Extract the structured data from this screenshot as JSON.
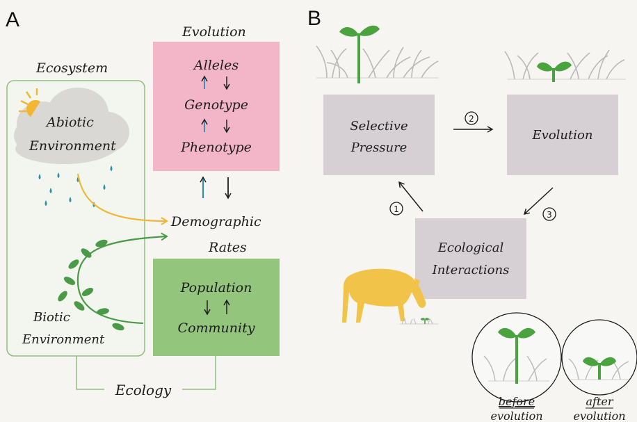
{
  "panel_a": {
    "letter": "A",
    "ecosystem_title": "Ecosystem",
    "abiotic_label_line1": "Abiotic",
    "abiotic_label_line2": "Environment",
    "biotic_label_line1": "Biotic",
    "biotic_label_line2": "Environment",
    "evolution_title": "Evolution",
    "evolution_box": [
      "Alleles",
      "Genotype",
      "Phenotype"
    ],
    "demographic_line1": "Demographic",
    "demographic_line2": "Rates",
    "ecology_box": [
      "Population",
      "Community"
    ],
    "ecology_label": "Ecology",
    "colors": {
      "evolution_box": "#f2b6c8",
      "ecology_box": "#93c57d",
      "cloud": "#d9d8d4",
      "sun": "#f2b632",
      "rain": "#2a8fa8",
      "abiotic_arrow": "#f0b736",
      "biotic_vine": "#4a9a48",
      "teal_arrow": "#2a8fa8",
      "frame": "#8fbf7f"
    }
  },
  "panel_b": {
    "letter": "B",
    "selective_pressure_line1": "Selective",
    "selective_pressure_line2": "Pressure",
    "evolution": "Evolution",
    "interactions_line1": "Ecological",
    "interactions_line2": "Interactions",
    "step_labels": [
      "1",
      "2",
      "3"
    ],
    "before_line1": "before",
    "before_line2": "evolution",
    "after_line1": "after",
    "after_line2": "evolution",
    "colors": {
      "box": "#d6d0d4",
      "seedling": "#4aa33e",
      "grass": "#b9b9b9",
      "deer": "#f1c348"
    }
  }
}
